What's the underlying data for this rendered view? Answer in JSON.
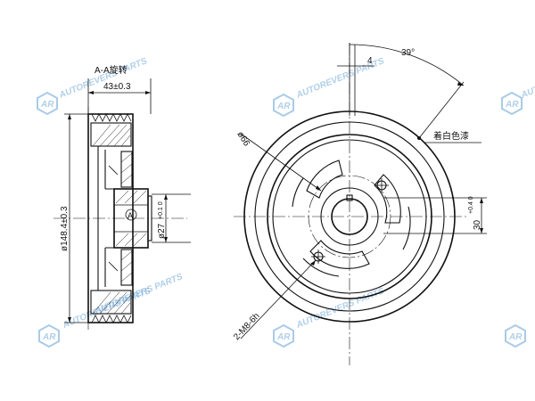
{
  "section": {
    "title": "A-A旋转",
    "width_dim": "43±0.3",
    "outer_dia_dim": "ø148.4±0.3",
    "bore_dim": "ø27",
    "bore_tol": "+0.1\n 0",
    "datum_label": "A"
  },
  "front": {
    "angle_dim": "39°",
    "offset_dim": "4",
    "note": "着白色漆",
    "pcd_dim": "ø66",
    "height_dim": "30",
    "height_tol": "+0.4\n 0",
    "thread_dim": "2-M8-6h"
  },
  "watermark": {
    "text": "AUTOREVERS PARTS",
    "logo_text": "AR",
    "color": "#6fa8d8"
  }
}
